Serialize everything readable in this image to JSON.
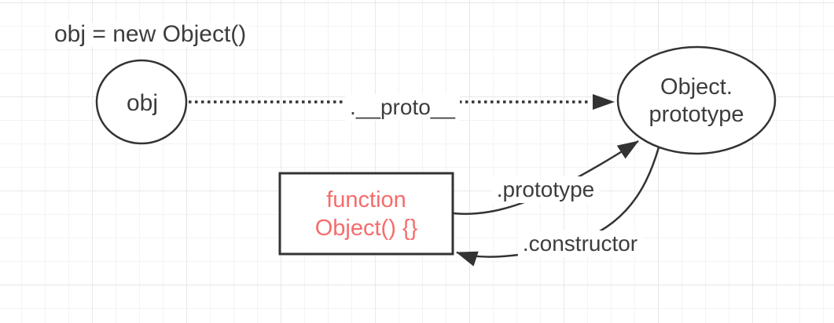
{
  "diagram": {
    "title": "obj = new Object()",
    "nodes": {
      "obj": {
        "label": "obj",
        "shape": "circle"
      },
      "object_prototype": {
        "line1": "Object.",
        "line2": "prototype",
        "shape": "ellipse"
      },
      "function_object": {
        "line1": "function",
        "line2": "Object() {}",
        "shape": "rectangle"
      }
    },
    "edges": {
      "proto": {
        "label": ".__proto__",
        "style": "dotted-arrow",
        "from": "obj",
        "to": "object_prototype"
      },
      "prototype": {
        "label": ".prototype",
        "style": "curved-arrow",
        "from": "function_object",
        "to": "object_prototype"
      },
      "constructor": {
        "label": ".constructor",
        "style": "curved-arrow",
        "from": "object_prototype",
        "to": "function_object"
      }
    }
  },
  "colors": {
    "stroke": "#333333",
    "text": "#3d3d3d",
    "accent_red": "#f56c6c",
    "grid_minor": "#f3f3f3",
    "grid_major": "#e8e8e8",
    "label_bg": "#ffffff",
    "canvas_bg": "#ffffff"
  }
}
